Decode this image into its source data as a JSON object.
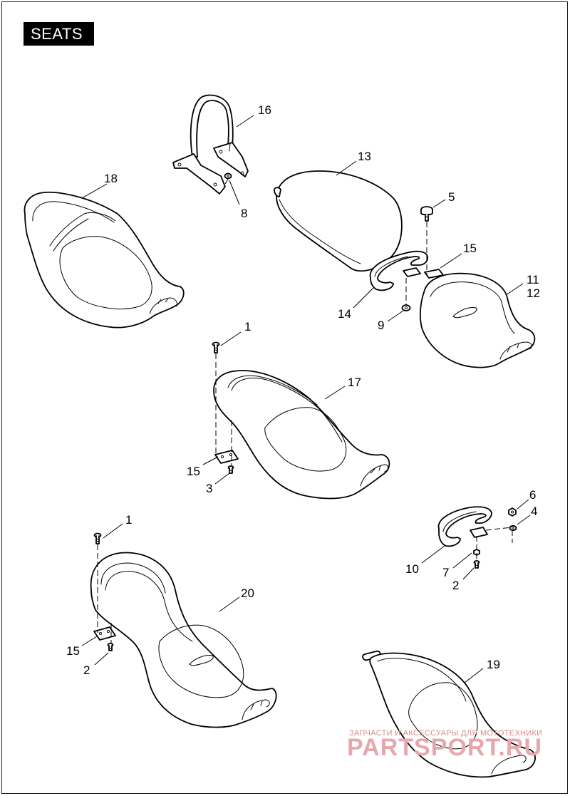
{
  "title": "SEATS",
  "callouts": {
    "c1a": "1",
    "c1b": "1",
    "c2a": "2",
    "c2b": "2",
    "c3": "3",
    "c4": "4",
    "c5": "5",
    "c6": "6",
    "c7": "7",
    "c8": "8",
    "c9": "9",
    "c10": "10",
    "c11": "11",
    "c12": "12",
    "c13": "13",
    "c14": "14",
    "c15a": "15",
    "c15b": "15",
    "c15c": "15",
    "c16": "16",
    "c17": "17",
    "c18": "18",
    "c19": "19",
    "c20": "20"
  },
  "watermark": {
    "tagline": "ЗАПЧАСТИ И АКСЕССУАРЫ ДЛЯ МОТОТЕХНИКИ",
    "brand": "PARTSPORT.RU",
    "brand_color": "#e5a8ad"
  }
}
